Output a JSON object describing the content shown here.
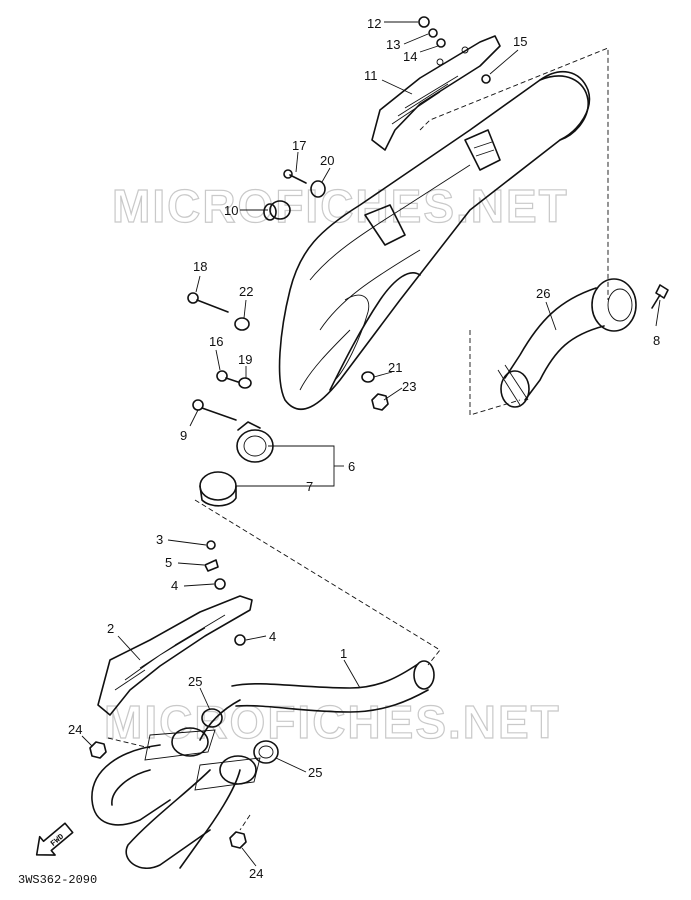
{
  "watermarks": [
    "MICROFICHES.NET",
    "MICROFICHES.NET"
  ],
  "diagram_code": "3WS362-2090",
  "fwd_label": "FWD",
  "callouts": [
    "12",
    "13",
    "14",
    "15",
    "11",
    "17",
    "20",
    "10",
    "18",
    "22",
    "16",
    "19",
    "21",
    "23",
    "9",
    "6",
    "7",
    "26",
    "8",
    "3",
    "5",
    "4",
    "4",
    "2",
    "1",
    "25",
    "24",
    "25",
    "24"
  ],
  "icons": [
    "fwd-arrow-icon"
  ]
}
